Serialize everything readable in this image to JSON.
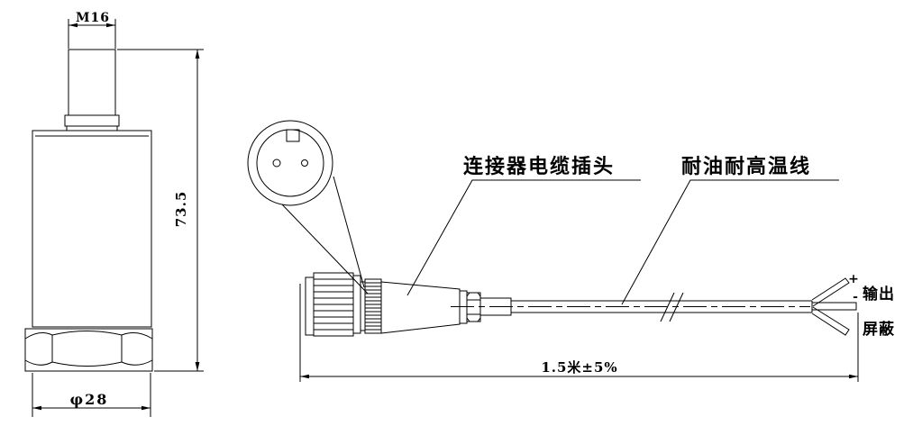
{
  "colors": {
    "line": "#000000",
    "centerline": "#e60000",
    "background": "#ffffff"
  },
  "dimensions": {
    "thread": "M16",
    "height": "73.5",
    "diameter": "φ28",
    "cable_length": "1.5米±5%"
  },
  "labels": {
    "connector_plug": "连接器电缆插头",
    "cable": "耐油耐高温线",
    "output": "输出",
    "shield": "屏蔽",
    "plus": "+",
    "minus": "-"
  }
}
